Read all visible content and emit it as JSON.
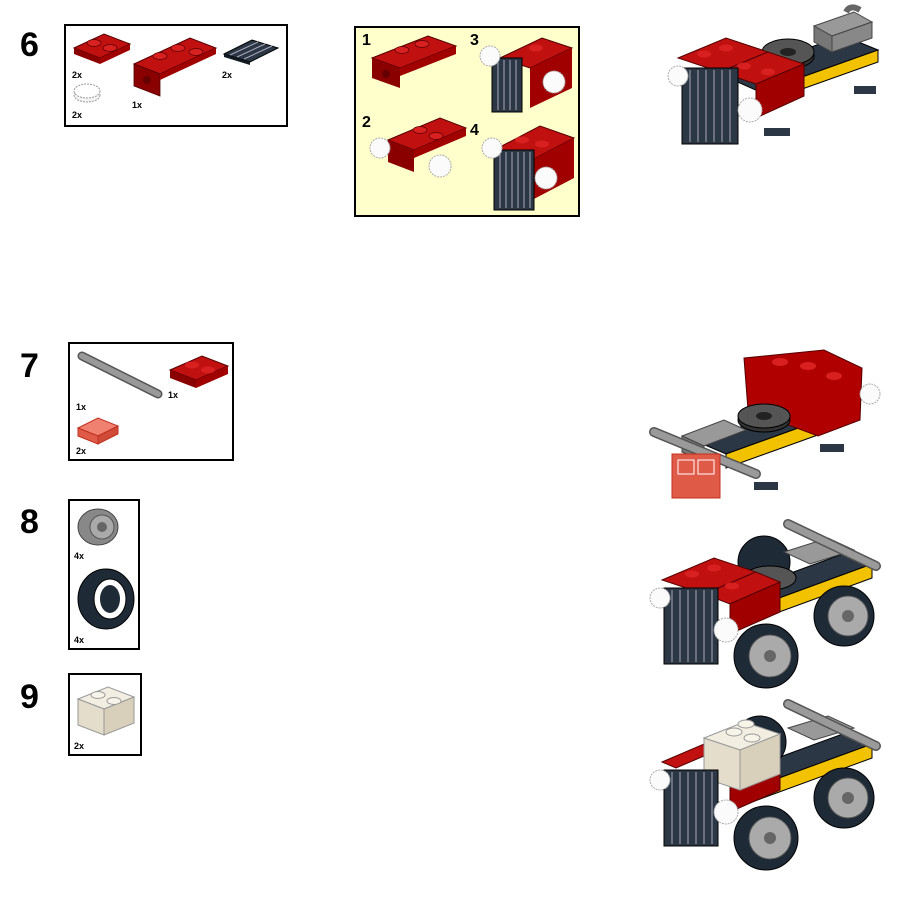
{
  "colors": {
    "red": "#b00000",
    "dark_red": "#7a0000",
    "black": "#1e2a36",
    "gray": "#8c8c8c",
    "yellow": "#f2c200",
    "tan": "#ece6d8",
    "transparent_red": "#e0604a",
    "subassembly_bg": "#ffffcc"
  },
  "steps": [
    {
      "number": "6",
      "parts": [
        {
          "qty": "2x",
          "part": "red-plate-1x2"
        },
        {
          "qty": "1x",
          "part": "red-bracket-plate"
        },
        {
          "qty": "2x",
          "part": "black-grille-tile"
        },
        {
          "qty": "2x",
          "part": "clear-round-tile"
        }
      ],
      "subassembly": {
        "steps": [
          {
            "number": "1"
          },
          {
            "number": "2"
          },
          {
            "number": "3"
          },
          {
            "number": "4"
          }
        ]
      }
    },
    {
      "number": "7",
      "parts": [
        {
          "qty": "1x",
          "part": "gray-bar"
        },
        {
          "qty": "1x",
          "part": "red-plate-1x2"
        },
        {
          "qty": "2x",
          "part": "trans-red-tile"
        }
      ]
    },
    {
      "number": "8",
      "parts": [
        {
          "qty": "4x",
          "part": "gray-wheel-rim"
        },
        {
          "qty": "4x",
          "part": "black-tire"
        }
      ]
    },
    {
      "number": "9",
      "parts": [
        {
          "qty": "2x",
          "part": "tan-brick-1x2"
        }
      ]
    }
  ]
}
